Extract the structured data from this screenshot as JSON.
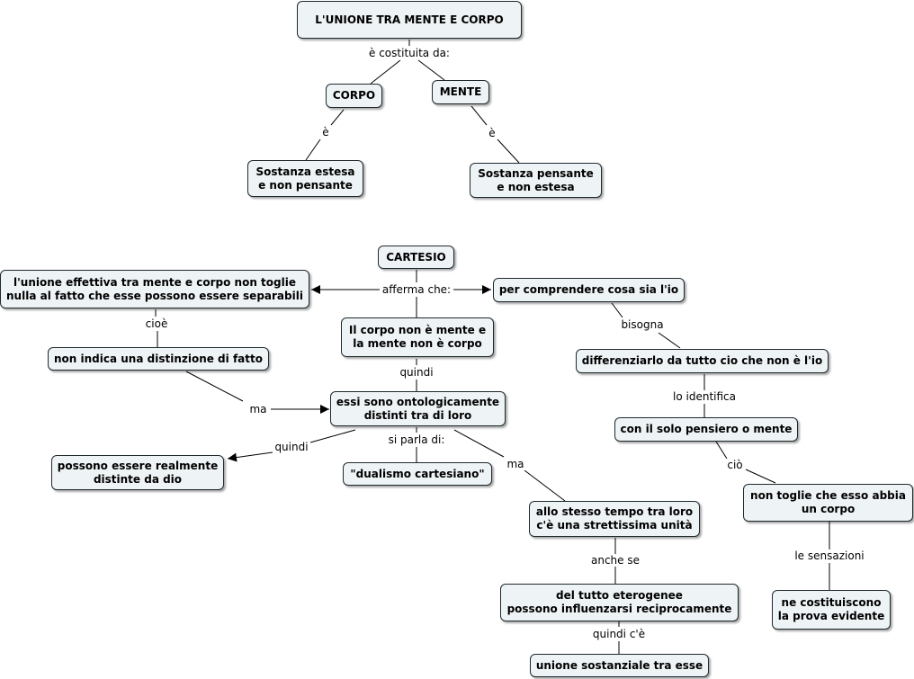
{
  "colors": {
    "node_fill": "#eef3f5",
    "node_border": "#1f2a2e",
    "line": "#000000"
  },
  "nodes": {
    "title": "L'UNIONE TRA MENTE E CORPO",
    "corpo": "CORPO",
    "mente": "MENTE",
    "sostanza_estesa": "Sostanza estesa\ne non pensante",
    "sostanza_pensante": "Sostanza pensante\ne non estesa",
    "cartesio": "CARTESIO",
    "unione_effettiva": "l'unione effettiva tra mente e corpo non toglie\nnulla al fatto che esse possono essere separabili",
    "comprendere_io": "per comprendere cosa sia l'io",
    "corpo_non_mente": "Il corpo non è mente e\nla mente non è corpo",
    "non_indica": "non indica una distinzione di fatto",
    "differenziarlo": "differenziarlo da tutto cio che non è l'io",
    "ontologicamente": "essi sono ontologicamente\ndistinti tra di loro",
    "pensiero_mente": "con il solo pensiero o mente",
    "distinte_dio": "possono essere realmente\ndistinte da dio",
    "dualismo": "\"dualismo cartesiano\"",
    "non_toglie_corpo": "non toglie che esso abbia\nun corpo",
    "stretta_unita": "allo stesso tempo tra loro\nc'è una strettissima unità",
    "eterogenee": "del tutto eterogenee\npossono influenzarsi reciprocamente",
    "prova_evidente": "ne costituiscono\nla prova evidente",
    "unione_sostanziale": "unione sostanziale tra esse"
  },
  "links": {
    "costituita": "è costituita da:",
    "e_corpo": "è",
    "e_mente": "è",
    "afferma": "afferma che:",
    "cioe": "cioè",
    "bisogna": "bisogna",
    "quindi_center": "quindi",
    "lo_identifica": "lo identifica",
    "ma_left": "ma",
    "quindi_left": "quindi",
    "si_parla": "si parla di:",
    "ma_right": "ma",
    "cio": "ciò",
    "anche_se": "anche se",
    "le_sensazioni": "le sensazioni",
    "quindi_ce": "quindi c'è"
  }
}
